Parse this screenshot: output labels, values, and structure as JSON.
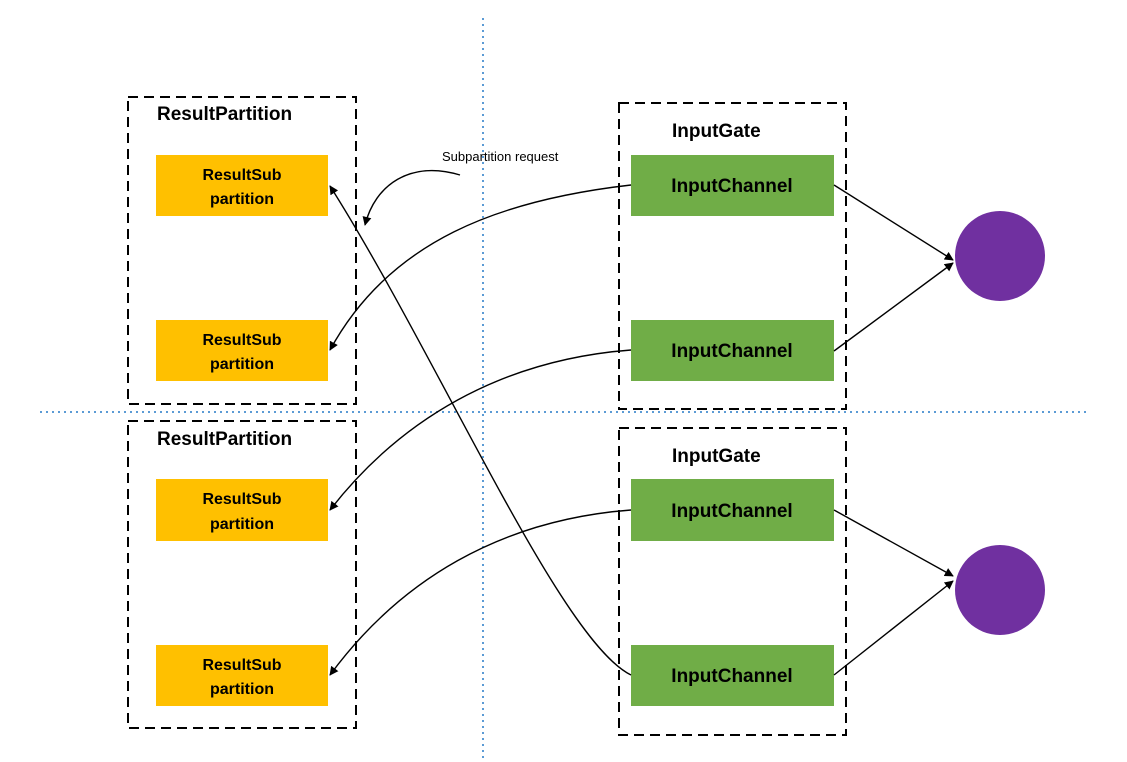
{
  "colors": {
    "result_subpartition": "#ffc000",
    "input_channel": "#70ad47",
    "task_node": "#7030a0",
    "divider": "#5b9bd5",
    "container_border": "#000000"
  },
  "annotation": {
    "subpartition_request": "Subpartition request"
  },
  "result_partitions": [
    {
      "title": "ResultPartition",
      "subpartitions": [
        {
          "line1": "ResultSub",
          "line2": "partition"
        },
        {
          "line1": "ResultSub",
          "line2": "partition"
        }
      ]
    },
    {
      "title": "ResultPartition",
      "subpartitions": [
        {
          "line1": "ResultSub",
          "line2": "partition"
        },
        {
          "line1": "ResultSub",
          "line2": "partition"
        }
      ]
    }
  ],
  "input_gates": [
    {
      "title": "InputGate",
      "channels": [
        {
          "label": "InputChannel"
        },
        {
          "label": "InputChannel"
        }
      ]
    },
    {
      "title": "InputGate",
      "channels": [
        {
          "label": "InputChannel"
        },
        {
          "label": "InputChannel"
        }
      ]
    }
  ]
}
